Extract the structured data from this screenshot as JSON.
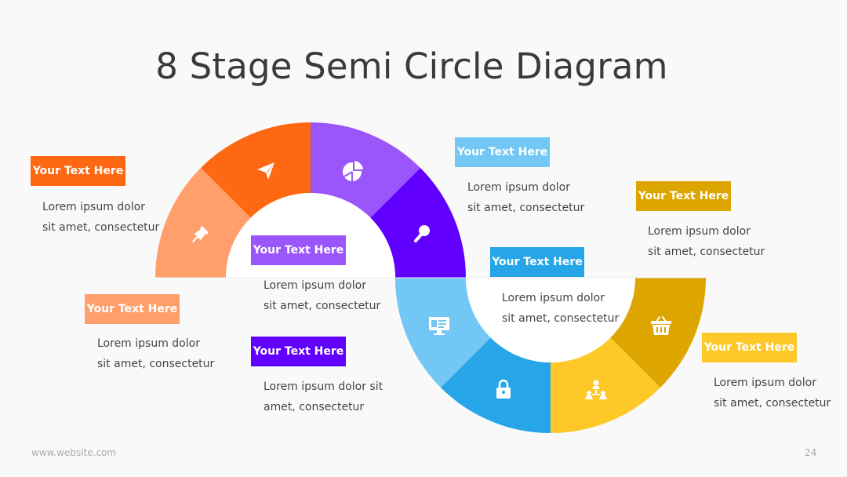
{
  "title": "8 Stage Semi Circle Diagram",
  "footer": {
    "website": "www.website.com",
    "page_number": "24"
  },
  "colors": {
    "stage1": "#ff9f6b",
    "stage2": "#fe6812",
    "stage3": "#9a56fa",
    "stage4": "#6100ff",
    "stage5": "#72c7f4",
    "stage6": "#26a6e8",
    "stage7": "#ffc829",
    "stage8": "#dda500",
    "inner": "#ffffff"
  },
  "stages": [
    {
      "icon": "pushpin-icon",
      "color": "#ff9f6b",
      "label": "Your Text Here",
      "desc_line1": "Lorem ipsum dolor",
      "desc_line2": "sit amet, consectetur"
    },
    {
      "icon": "paper-plane-icon",
      "color": "#fe6812",
      "label": "Your Text Here",
      "desc_line1": "Lorem ipsum dolor",
      "desc_line2": "sit amet, consectetur"
    },
    {
      "icon": "pie-chart-icon",
      "color": "#9a56fa",
      "label": "Your Text Here",
      "desc_line1": "Lorem ipsum dolor",
      "desc_line2": "sit amet, consectetur"
    },
    {
      "icon": "magnifier-icon",
      "color": "#6100ff",
      "label": "Your Text Here",
      "desc_line1": "Lorem ipsum dolor sit",
      "desc_line2": "amet, consectetur"
    },
    {
      "icon": "monitor-icon",
      "color": "#72c7f4",
      "label": "Your Text Here",
      "desc_line1": "Lorem ipsum dolor",
      "desc_line2": "sit amet, consectetur"
    },
    {
      "icon": "padlock-icon",
      "color": "#26a6e8",
      "label": "Your Text Here",
      "desc_line1": "Lorem ipsum dolor",
      "desc_line2": "sit amet, consectetur"
    },
    {
      "icon": "network-icon",
      "color": "#ffc829",
      "label": "Your Text Here",
      "desc_line1": "Lorem ipsum dolor",
      "desc_line2": "sit amet, consectetur"
    },
    {
      "icon": "basket-icon",
      "color": "#dda500",
      "label": "Your Text Here",
      "desc_line1": "Lorem ipsum dolor",
      "desc_line2": "sit amet, consectetur"
    }
  ]
}
